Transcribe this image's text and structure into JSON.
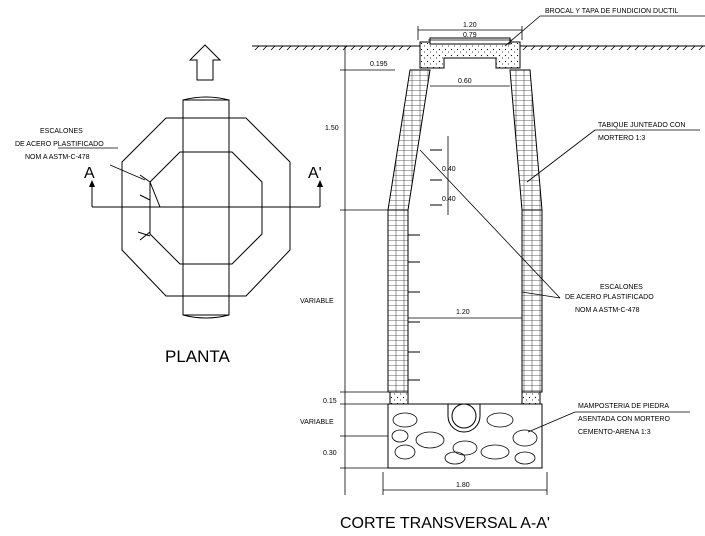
{
  "plan": {
    "title": "PLANTA",
    "section_left": "A",
    "section_right": "A'",
    "steps_label_1": "ESCALONES",
    "steps_label_2": "DE ACERO PLASTIFICADO",
    "steps_label_3": "NOM A ASTM-C-478"
  },
  "section": {
    "title": "CORTE TRANSVERSAL A-A'",
    "dim_top_outer": "1.20",
    "dim_top_inner": "0.79",
    "dim_neck": "0.60",
    "dim_collar": "0.195",
    "dim_cone_height": "1.50",
    "dim_variable_1": "VARIABLE",
    "dim_step_1": "0.40",
    "dim_step_2": "0.40",
    "dim_inner_width": "1.20",
    "dim_slab": "0.15",
    "dim_variable_2": "VARIABLE",
    "dim_base": "0.30",
    "dim_bottom": "1.80",
    "note_brocal": "BROCAL Y TAPA DE FUNDICION DUCTIL",
    "note_wall_1": "TABIQUE JUNTEADO CON",
    "note_wall_2": "MORTERO 1:3",
    "note_steps_1": "ESCALONES",
    "note_steps_2": "DE ACERO PLASTIFICADO",
    "note_steps_3": "NOM A ASTM-C-478",
    "note_masonry_1": "MAMPOSTERIA DE PIEDRA",
    "note_masonry_2": "ASENTADA CON MORTERO",
    "note_masonry_3": "CEMENTO-ARENA 1:3"
  }
}
